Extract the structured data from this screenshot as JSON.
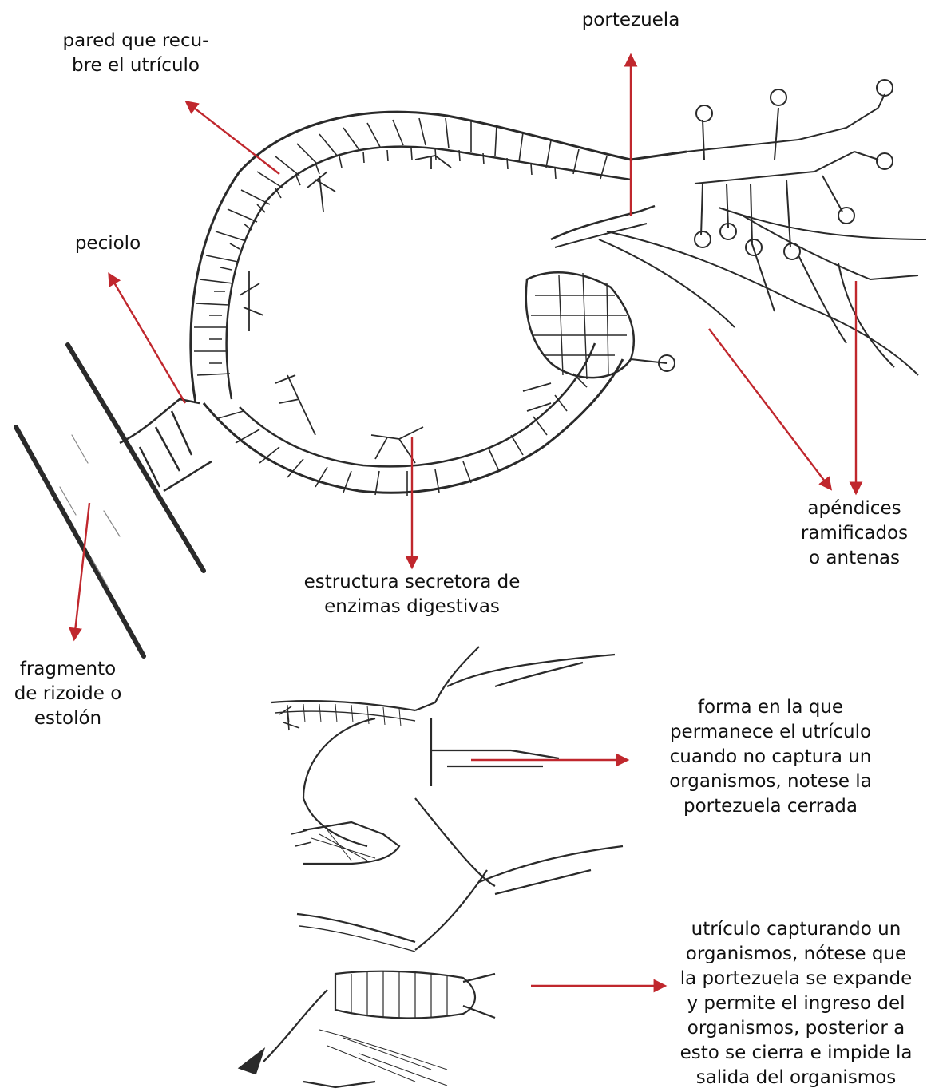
{
  "labels": {
    "pared": {
      "lines": [
        "pared que recu-",
        "bre el utrículo"
      ]
    },
    "portezuela": {
      "lines": [
        "portezuela"
      ]
    },
    "peciolo": {
      "lines": [
        "peciolo"
      ]
    },
    "apendices": {
      "lines": [
        "apéndices",
        "ramificados",
        "o antenas"
      ]
    },
    "estructura": {
      "lines": [
        "estructura secretora de",
        "enzimas digestivas"
      ]
    },
    "fragmento": {
      "lines": [
        "fragmento",
        "de rizoide o",
        "estolón"
      ]
    },
    "forma": {
      "lines": [
        "forma en la que",
        "permanece el utrículo",
        "cuando no captura un",
        "organismos, notese la",
        "portezuela cerrada"
      ]
    },
    "capturando": {
      "lines": [
        "utrículo capturando un",
        "organismos, nótese que",
        "la portezuela se expande",
        "y permite el ingreso del",
        "organismos, posterior a",
        "esto se cierra e impide la",
        "salida del organismos"
      ]
    }
  },
  "colors": {
    "arrow": "#c0272d",
    "ink": "#2a2a2a",
    "text": "#111111"
  }
}
